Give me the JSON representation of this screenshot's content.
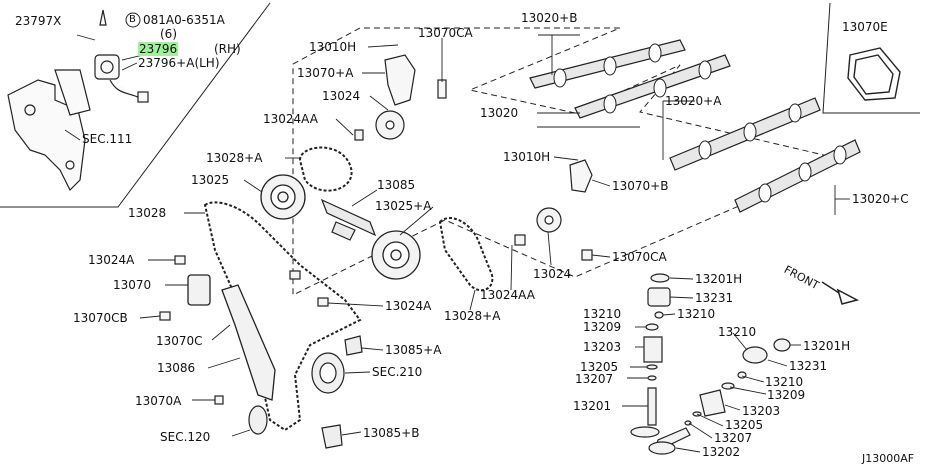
{
  "diagram": {
    "code": "J13000AF",
    "front_label": "FRONT",
    "bolt_callout": {
      "circle_letter": "B",
      "part": "081A0-6351A",
      "qty": "(6)"
    },
    "highlight_part": "23796",
    "labels": {
      "p23797x": "23797X",
      "p23796": "23796",
      "rh": "(RH)",
      "p23796a": "23796+A(LH)",
      "sec111": "SEC.111",
      "p13010h_top": "13010H",
      "p13070ca_top": "13070CA",
      "p13070a": "13070+A",
      "p13024_top": "13024",
      "p13024aa_top": "13024AA",
      "p13028a_top": "13028+A",
      "p13025": "13025",
      "p13085": "13085",
      "p13025a": "13025+A",
      "p13028": "13028",
      "p13024a_left": "13024A",
      "p13070": "13070",
      "p13070cb": "13070CB",
      "p13070c": "13070C",
      "p13086": "13086",
      "p13070a_low": "13070A",
      "sec120": "SEC.120",
      "p13024a_mid": "13024A",
      "p13085a": "13085+A",
      "sec210": "SEC.210",
      "p13085b": "13085+B",
      "p13028a_low": "13028+A",
      "p13024aa_low": "13024AA",
      "p13024_low": "13024",
      "p13070ca_low": "13070CA",
      "p13010h_mid": "13010H",
      "p13070b": "13070+B",
      "p13020b": "13020+B",
      "p13020": "13020",
      "p13020a": "13020+A",
      "p13020c": "13020+C",
      "p13070e": "13070E",
      "p13201h_a": "13201H",
      "p13231_a": "13231",
      "p13210_a1": "13210",
      "p13210_a2": "13210",
      "p13209_a": "13209",
      "p13203_a": "13203",
      "p13205_a": "13205",
      "p13207_a": "13207",
      "p13201": "13201",
      "p13210_b1": "13210",
      "p13201h_b": "13201H",
      "p13231_b": "13231",
      "p13210_b2": "13210",
      "p13209_b": "13209",
      "p13203_b": "13203",
      "p13205_b": "13205",
      "p13207_b": "13207",
      "p13202": "13202"
    }
  }
}
